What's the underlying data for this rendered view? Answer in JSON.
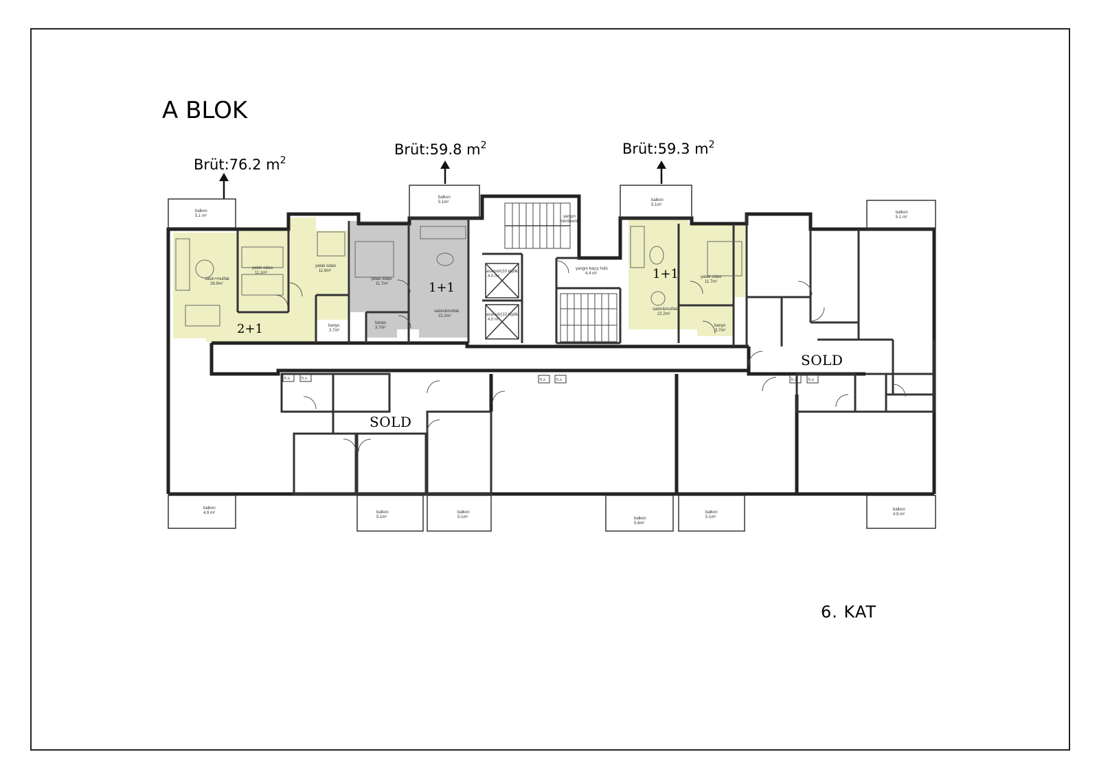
{
  "title": "A BLOK",
  "floor_label": "6. KAT",
  "gross_areas": [
    {
      "prefix": "Brüt:",
      "value": "76.2 m",
      "sup": "2"
    },
    {
      "prefix": "Brüt:",
      "value": "59.8 m",
      "sup": "2"
    },
    {
      "prefix": "Brüt:",
      "value": "59.3 m",
      "sup": "2"
    }
  ],
  "unit_types": [
    "2+1",
    "1+1",
    "1+1"
  ],
  "sold_labels": [
    "SOLD",
    "SOLD"
  ],
  "highlight_colors": {
    "yellow": "#eef0c4",
    "grey": "#c9c9c9"
  },
  "rooms": {
    "u1_salon": {
      "name": "salon+mutfak",
      "area": "26.9m²"
    },
    "u1_bed1": {
      "name": "yatak odası",
      "area": "11.1m²"
    },
    "u1_bed2": {
      "name": "yatak odası",
      "area": "11.6m²"
    },
    "u1_bath": {
      "name": "banyo",
      "area": "3.7m²"
    },
    "u2_bed": {
      "name": "yatak odası",
      "area": "11.7m²"
    },
    "u2_bath": {
      "name": "banyo",
      "area": "3.7m²"
    },
    "u2_salon": {
      "name": "salon&mutfak",
      "area": "22.2m²"
    },
    "u3_salon": {
      "name": "salon&mutfak",
      "area": "22.2m²"
    },
    "u3_bed": {
      "name": "yatak odası",
      "area": "11.7m²"
    },
    "u3_bath": {
      "name": "banyo",
      "area": "3.7m²"
    },
    "elev1": {
      "name": "asansör(10 kişilik)",
      "area": "4.0 m²"
    },
    "elev2": {
      "name": "asansör(10 kişilik)",
      "area": "4.0 m²"
    },
    "fire_stair": {
      "name": "yangın",
      "area": "merdiveni"
    },
    "fire_hall": {
      "name": "yangın kaçış holü",
      "area": "4.4 m²"
    }
  },
  "balconies": [
    {
      "name": "balkon",
      "area": "5.1 m²"
    },
    {
      "name": "balkon",
      "area": "5.1m²"
    },
    {
      "name": "balkon",
      "area": "5.1m²"
    },
    {
      "name": "balkon",
      "area": "5.1 m²"
    },
    {
      "name": "balkon",
      "area": "4.9 m²"
    },
    {
      "name": "balkon",
      "area": "5.1m²"
    },
    {
      "name": "balkon",
      "area": "5.1m²"
    },
    {
      "name": "balkon",
      "area": "5.8m²"
    },
    {
      "name": "balkon",
      "area": "5.1m²"
    },
    {
      "name": "balkon",
      "area": "4.9 m²"
    }
  ],
  "shaft_label": "h.s"
}
